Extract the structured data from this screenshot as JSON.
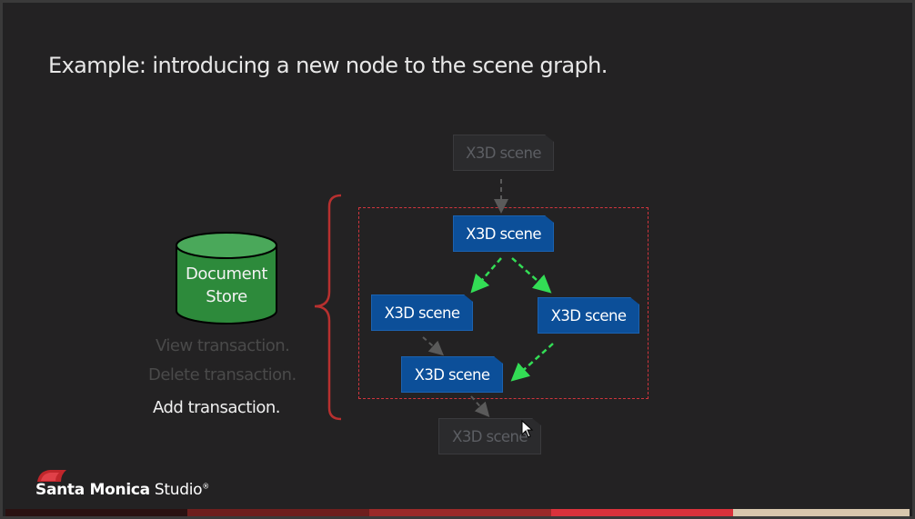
{
  "slide": {
    "title": "Example: introducing a new node to the scene graph."
  },
  "database": {
    "label_line1": "Document",
    "label_line2": "Store"
  },
  "transactions": [
    {
      "label": "View transaction.",
      "state": "faded"
    },
    {
      "label": "Delete transaction.",
      "state": "faded"
    },
    {
      "label": "Add transaction.",
      "state": "active"
    }
  ],
  "nodes": {
    "top": "X3D scene",
    "root": "X3D scene",
    "left": "X3D scene",
    "right": "X3D scene",
    "new_node": "X3D scene",
    "bottom": "X3D scene"
  },
  "brand": {
    "name_bold": "Santa Monica",
    "name_light": "Studio",
    "mark": "®"
  },
  "colors": {
    "background": "#232223",
    "node_blue": "#0c4f99",
    "dim_node": "#2b2b2d",
    "dashed_region": "#d0353d",
    "green_arrow": "#33dd55",
    "database_green": "#2e8a3c",
    "brace_red": "#b8302f",
    "bottom_bar": [
      "#6e1f1e",
      "#9a2a29",
      "#d9323b",
      "#d8c7ad"
    ]
  }
}
